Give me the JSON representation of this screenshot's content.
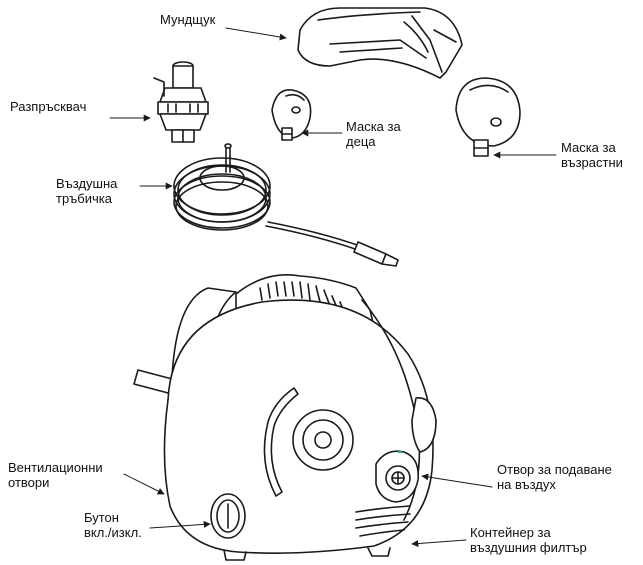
{
  "labels": {
    "mouthpiece": "Мундщук",
    "nebulizer": "Разпръсквач",
    "child_mask": [
      "Маска за",
      "деца"
    ],
    "adult_mask": [
      "Маска за",
      "възрастни"
    ],
    "air_tube": [
      "Въздушна",
      "тръбичка"
    ],
    "vents": [
      "Вентилационни",
      "отвори"
    ],
    "power_button": [
      "Бутон",
      "вкл./изкл."
    ],
    "air_outlet": [
      "Отвор за подаване",
      "на въздух"
    ],
    "filter_container": [
      "Контейнер за",
      "въздушния филтър"
    ]
  },
  "colors": {
    "line": "#1a1a1a",
    "accent": "#d9a060"
  }
}
